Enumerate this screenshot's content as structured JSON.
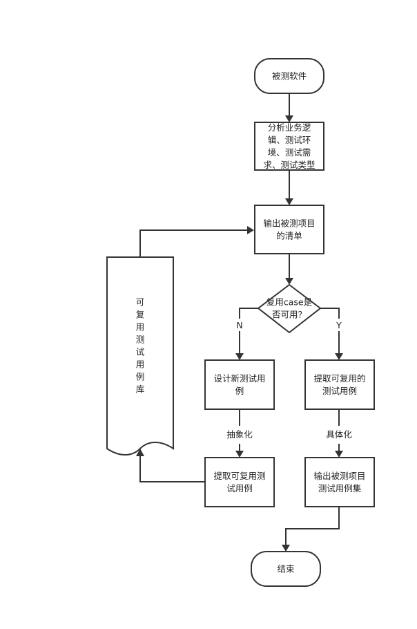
{
  "nodes": {
    "start": {
      "lines": [
        "被测软件"
      ]
    },
    "analyze": {
      "lines": [
        "分析业务逻",
        "辑、测试环",
        "境、测试需",
        "求、测试类型"
      ]
    },
    "output_list": {
      "lines": [
        "输出被测项目",
        "的清单"
      ]
    },
    "decision": {
      "lines": [
        "复用case是",
        "否可用？"
      ]
    },
    "design_new": {
      "lines": [
        "设计新测试用",
        "例"
      ]
    },
    "extract_reusable": {
      "lines": [
        "提取可复用的",
        "测试用例"
      ]
    },
    "extract_reusable_store": {
      "lines": [
        "提取可复用测",
        "试用例"
      ]
    },
    "output_set": {
      "lines": [
        "输出被测项目",
        "测试用例集"
      ]
    },
    "library": {
      "lines": [
        "可",
        "复",
        "用",
        "测",
        "试",
        "用",
        "例",
        "库"
      ]
    },
    "end": {
      "lines": [
        "结束"
      ]
    }
  },
  "edges": {
    "no_label": "N",
    "yes_label": "Y",
    "abstract_label": "抽象化",
    "concrete_label": "具体化"
  },
  "colors": {
    "stroke": "#333333",
    "fill": "#ffffff",
    "text": "#222222"
  }
}
